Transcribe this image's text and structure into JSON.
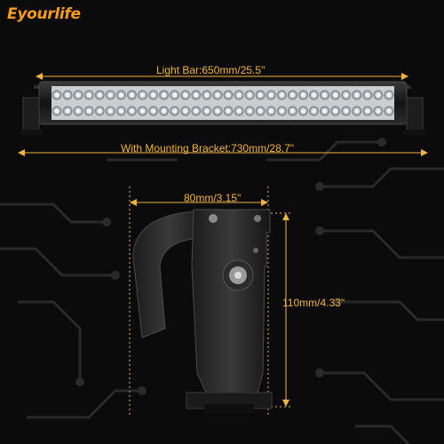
{
  "brand": {
    "name": "Eyourlife",
    "color": "#ff9d1a"
  },
  "dimensions": {
    "light_bar": "Light Bar:650mm/25.5\"",
    "with_bracket": "With Mounting Bracket:730mm/28.7\"",
    "bracket_width": "80mm/3.15\"",
    "bracket_height": "110mm/4.33\""
  },
  "colors": {
    "accent": "#f0b341",
    "background": "#0b0b0b",
    "circuit": "#2a2a2a"
  }
}
